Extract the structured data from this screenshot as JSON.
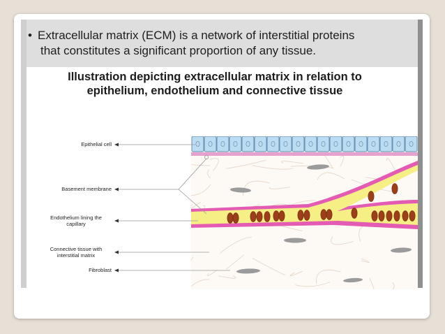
{
  "slide": {
    "bullet_symbol": "•",
    "bullet_line1": "Extracellular matrix (ECM) is a network of interstitial proteins",
    "bullet_line2": "that constitutes a significant proportion of any tissue."
  },
  "figure": {
    "title_line1": "Illustration depicting extracellular matrix in relation to",
    "title_line2": "epithelium, endothelium and connective tissue",
    "labels": {
      "epithelial": "Epithelial cell",
      "basement": "Basement membrane",
      "endothelium_line1": "Endothelium lining the",
      "endothelium_line2": "capillary",
      "connective_line1": "Connective tissue with",
      "connective_line2": "interstitial matrix",
      "fibroblast": "Fibroblast"
    },
    "colors": {
      "epithelial_fill": "#bcdcf2",
      "epithelial_border": "#5b87ad",
      "nucleus": "#7a9fc2",
      "basement_membrane": "#e6a1cf",
      "capillary_lumen": "#f6ef86",
      "endothelium": "#e35bb2",
      "red_blood_cell": "#9c3e17",
      "fibroblast": "#9b9b9b",
      "fibers": "#e6d6c8"
    }
  }
}
